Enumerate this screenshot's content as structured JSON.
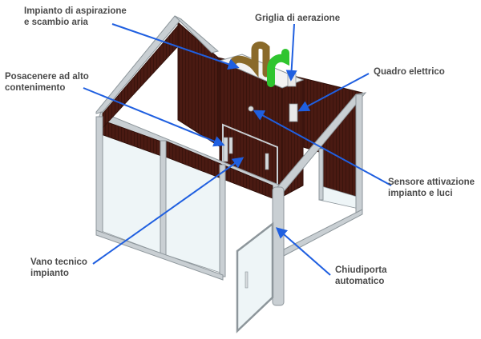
{
  "colors": {
    "arrow": "#1f5fe0",
    "frame": "#c9cfd3",
    "frame_edge": "#8d969b",
    "panel": "#4a1a12",
    "panel_line": "#2e0f09",
    "glass": "#eef5f7",
    "duct_brown": "#8a6a2a",
    "duct_green": "#2fc52f",
    "unit": "#f3f3f3"
  },
  "labels": {
    "aspirazione": "Impianto di aspirazione\ne scambio aria",
    "griglia": "Griglia di aerazione",
    "quadro": "Quadro elettrico",
    "posacenere": "Posacenere ad alto\ncontenimento",
    "sensore": "Sensore attivazione\nimpianto e luci",
    "vano": "Vano tecnico\nimpianto",
    "chiudiporta": "Chiudiporta\nautomatico"
  }
}
